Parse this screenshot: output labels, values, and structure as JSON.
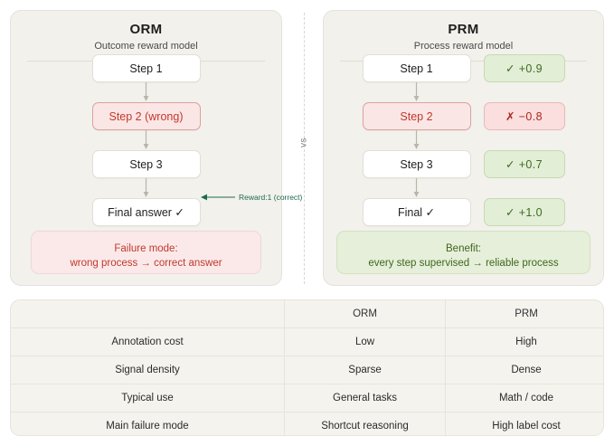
{
  "left_panel": {
    "title": "ORM",
    "subtitle": "Outcome reward model",
    "steps": [
      {
        "label": "Step 1",
        "state": "normal"
      },
      {
        "label": "Step 2 (wrong)",
        "state": "wrong"
      },
      {
        "label": "Step 3",
        "state": "normal"
      },
      {
        "label": "Final answer ✓",
        "state": "normal"
      }
    ],
    "annotation": "Reward:1  (correct)",
    "callout": {
      "title": "Failure mode:",
      "body": "wrong process → correct answer"
    }
  },
  "right_panel": {
    "title": "PRM",
    "subtitle": "Process reward model",
    "steps": [
      {
        "label": "Step 1",
        "state": "normal",
        "reward": "✓ +0.9",
        "reward_state": "pos"
      },
      {
        "label": "Step 2",
        "state": "wrong",
        "reward": "✗ −0.8",
        "reward_state": "neg"
      },
      {
        "label": "Step 3",
        "state": "normal",
        "reward": "✓ +0.7",
        "reward_state": "pos"
      },
      {
        "label": "Final ✓",
        "state": "normal",
        "reward": "✓ +1.0",
        "reward_state": "pos"
      }
    ],
    "callout": {
      "title": "Benefit:",
      "body": "every step supervised → reliable process"
    }
  },
  "divider": {
    "label": "vs"
  },
  "table": {
    "headers": [
      "",
      "ORM",
      "PRM"
    ],
    "rows": [
      {
        "label": "Annotation cost",
        "orm": "Low",
        "prm": "High"
      },
      {
        "label": "Signal density",
        "orm": "Sparse",
        "prm": "Dense"
      },
      {
        "label": "Typical use",
        "orm": "General tasks",
        "prm": "Math / code"
      },
      {
        "label": "Main failure mode",
        "orm": "Shortcut reasoning",
        "prm": "High label cost"
      }
    ]
  },
  "colors": {
    "panel_bg": "#f2f1ec",
    "step_bg": "#ffffff",
    "wrong_bg": "#fbe6e6",
    "wrong_text": "#c0392b",
    "reward_pos_bg": "#e2eed6",
    "reward_pos_text": "#3f6b1f",
    "reward_neg_bg": "#fbdede",
    "reward_neg_text": "#a8281e",
    "annotation_text": "#1d6b4f",
    "benefit_text": "#41661f"
  }
}
